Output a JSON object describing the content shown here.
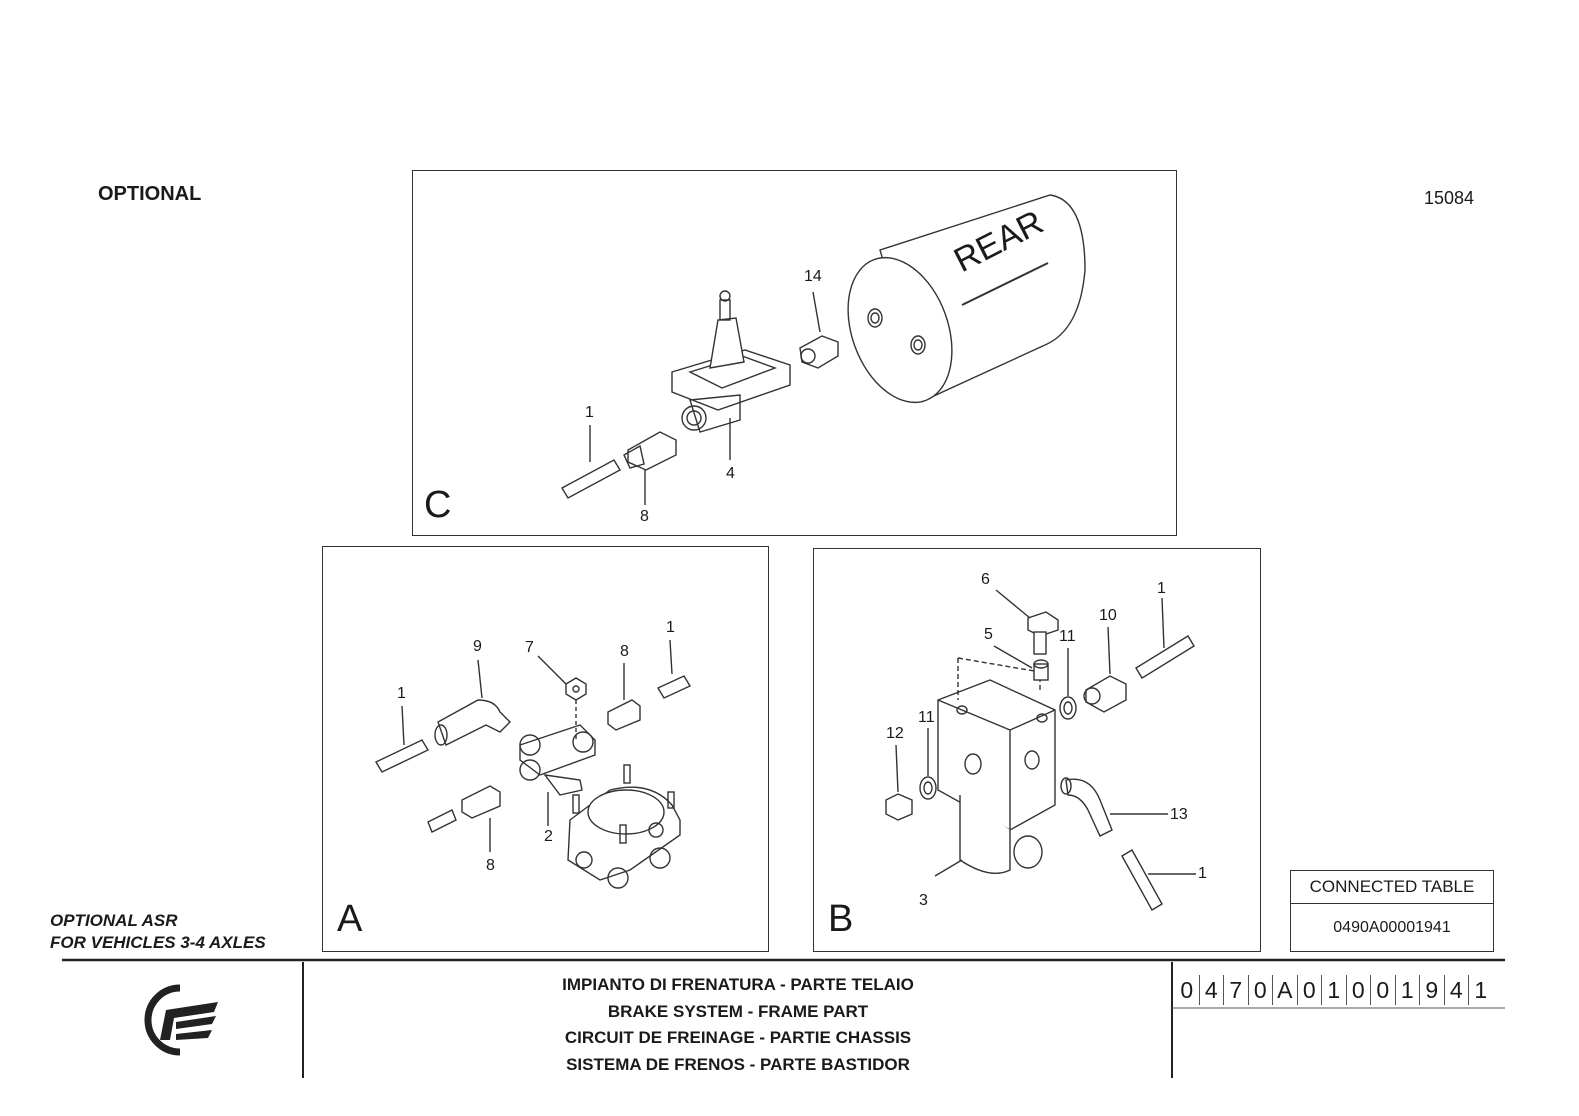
{
  "header": {
    "label": "OPTIONAL",
    "sheet_number": "15084"
  },
  "panels": {
    "c": {
      "letter": "C",
      "callouts": [
        "14",
        "1",
        "4",
        "8"
      ],
      "tank_label": "REAR"
    },
    "a": {
      "letter": "A",
      "callouts": [
        "9",
        "7",
        "8",
        "1",
        "1",
        "2",
        "8"
      ]
    },
    "b": {
      "letter": "B",
      "callouts": [
        "6",
        "1",
        "5",
        "11",
        "10",
        "12",
        "11",
        "13",
        "1",
        "3"
      ]
    }
  },
  "footer": {
    "note_line1": "OPTIONAL ASR",
    "note_line2": "FOR VEHICLES 3-4 AXLES",
    "connected_table_label": "CONNECTED TABLE",
    "connected_table_value": "0490A00001941",
    "titles": [
      "IMPIANTO DI FRENATURA - PARTE  TELAIO",
      "BRAKE SYSTEM - FRAME PART",
      "CIRCUIT DE FREINAGE - PARTIE CHASSIS",
      "SISTEMA DE FRENOS - PARTE BASTIDOR"
    ],
    "drawing_code": [
      "0",
      "4",
      "7",
      "0",
      "A",
      "0",
      "1",
      "0",
      "0",
      "1",
      "9",
      "4",
      "1"
    ]
  }
}
